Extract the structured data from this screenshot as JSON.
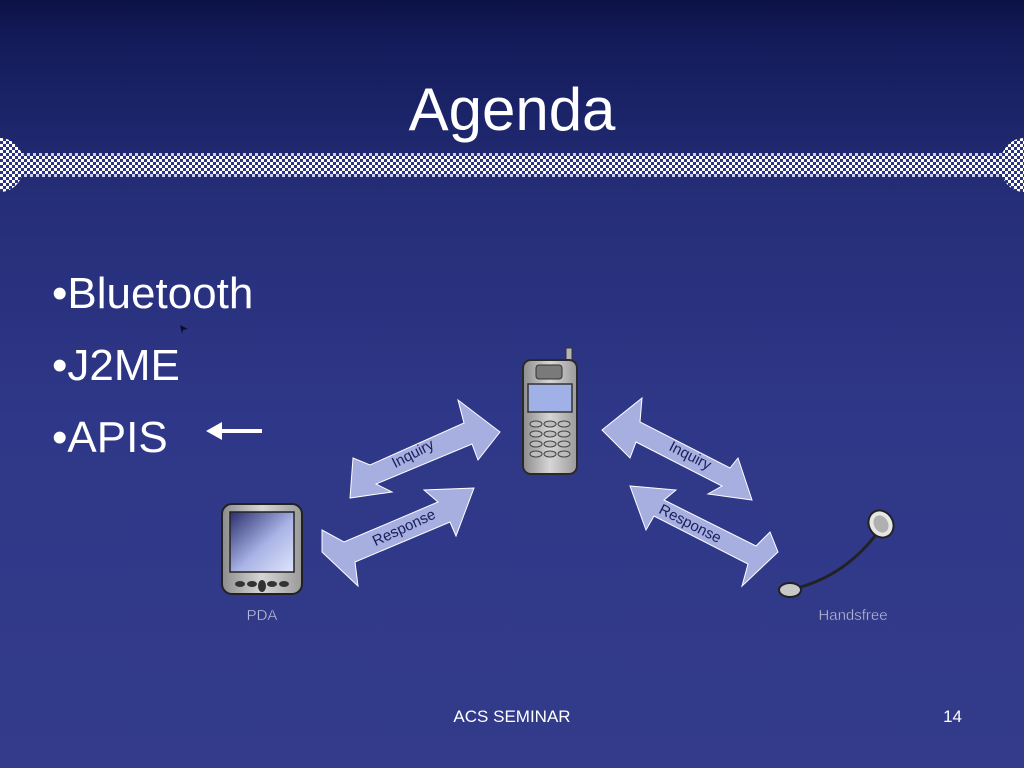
{
  "slide": {
    "title": "Agenda",
    "bullets": [
      "•Bluetooth",
      "•J2ME",
      "•APIS"
    ]
  },
  "diagram": {
    "inquiry_left": "Inquiry",
    "response_left": "Response",
    "inquiry_right": "Inquiry",
    "response_right": "Response",
    "pda_label": "PDA",
    "handsfree_label": "Handsfree"
  },
  "footer": {
    "center_text": "ACS SEMINAR",
    "page_number": "14"
  }
}
